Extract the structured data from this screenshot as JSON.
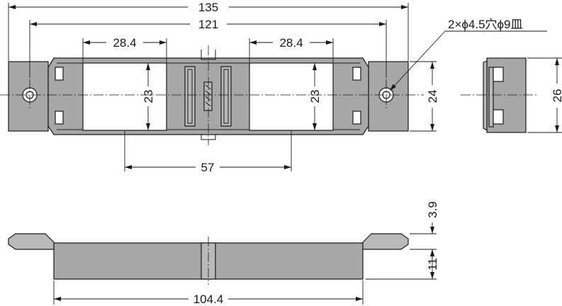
{
  "dimensions": {
    "overall_length": "135",
    "hole_pitch": "121",
    "window_width_left": "28.4",
    "window_width_right": "28.4",
    "window_height_left": "23",
    "window_height_right": "23",
    "body_height": "24",
    "window_pitch": "57",
    "side_height": "26",
    "flange_thickness": "3.9",
    "body_thickness": "11",
    "body_length": "104.4"
  },
  "hole_note": "2×ϕ4.5穴ϕ9皿"
}
